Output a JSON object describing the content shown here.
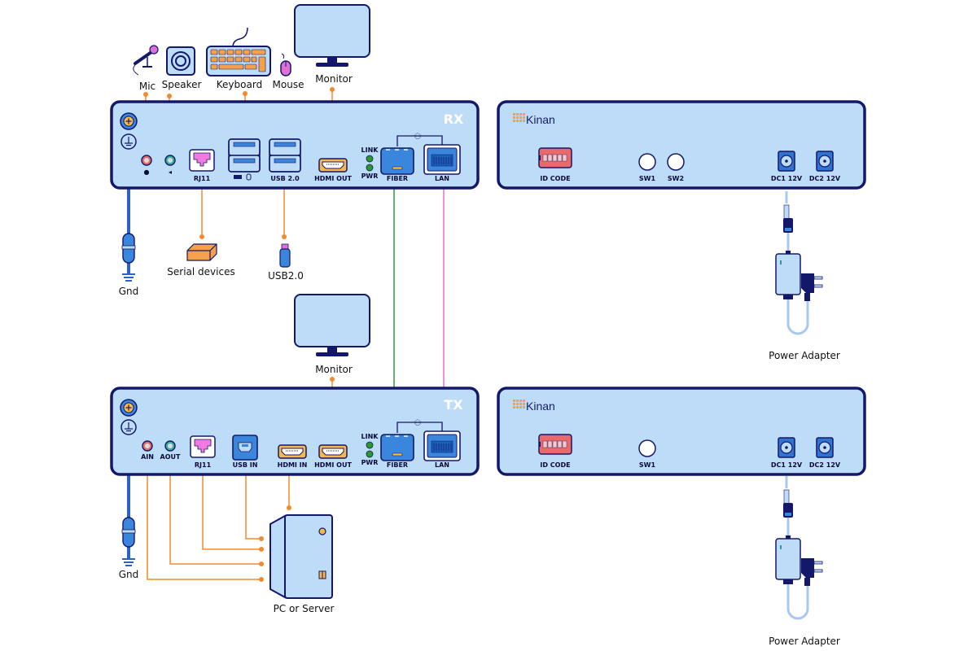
{
  "colors": {
    "panel_fill": "#bcdcf8",
    "panel_stroke": "#14186a",
    "audio_line": "#f28a2e",
    "fiber_line": "#2e9a36",
    "lan_line": "#e070d8",
    "ground": "#2a63c4",
    "led_green": "#2a9a2a",
    "dip_switch": "#e86a6a",
    "dc_jack": "#2f74d0"
  },
  "rx_unit": {
    "tag": "RX",
    "front": {
      "ports": {
        "mic": "",
        "speaker": "",
        "rj11": "RJ11",
        "usb_hid": "",
        "usb20": "USB 2.0",
        "hdmi_out": "HDMI OUT",
        "led_link": "LINK",
        "led_pwr": "PWR",
        "fiber": "FIBER",
        "lan": "LAN"
      }
    },
    "rear": {
      "brand": "Kinan",
      "id_code": "ID CODE",
      "switches": [
        "SW1",
        "SW2"
      ],
      "dc1": "DC1 12V",
      "dc2": "DC2 12V"
    },
    "peripherals": {
      "mic": "Mic",
      "speaker": "Speaker",
      "keyboard": "Keyboard",
      "mouse": "Mouse",
      "monitor": "Monitor",
      "serial": "Serial devices",
      "usb_drive": "USB2.0",
      "gnd": "Gnd",
      "power_adapter": "Power Adapter"
    }
  },
  "tx_unit": {
    "tag": "TX",
    "front": {
      "ports": {
        "ain": "AIN",
        "aout": "AOUT",
        "rj11": "RJ11",
        "usb_in": "USB IN",
        "hdmi_in": "HDMI IN",
        "hdmi_out": "HDMI OUT",
        "led_link": "LINK",
        "led_pwr": "PWR",
        "fiber": "FIBER",
        "lan": "LAN"
      }
    },
    "rear": {
      "brand": "Kinan",
      "id_code": "ID CODE",
      "switches": [
        "SW1"
      ],
      "dc1": "DC1 12V",
      "dc2": "DC2 12V"
    },
    "peripherals": {
      "monitor": "Monitor",
      "pc": "PC or Server",
      "gnd": "Gnd",
      "power_adapter": "Power Adapter"
    }
  }
}
